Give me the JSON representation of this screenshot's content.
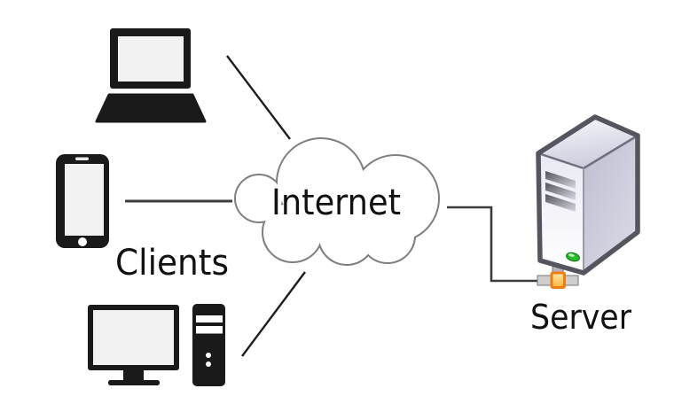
{
  "diagram": {
    "type": "network-topology",
    "cloud": {
      "label": "Internet",
      "fill": "#ffffff",
      "stroke": "#7f7f7f"
    },
    "clients": {
      "label": "Clients",
      "devices": [
        {
          "name": "laptop",
          "icon": "laptop-icon"
        },
        {
          "name": "smartphone",
          "icon": "smartphone-icon"
        },
        {
          "name": "desktop-computer",
          "icon": "desktop-computer-icon"
        }
      ]
    },
    "server": {
      "label": "Server",
      "icon": "server-tower-icon",
      "connector_icon": "network-connector-icon",
      "led_icon": "power-led-icon"
    },
    "connections": [
      {
        "from": "laptop",
        "to": "internet-cloud",
        "style": "diagonal"
      },
      {
        "from": "smartphone",
        "to": "internet-cloud",
        "style": "horizontal"
      },
      {
        "from": "desktop-computer",
        "to": "internet-cloud",
        "style": "diagonal"
      },
      {
        "from": "internet-cloud",
        "to": "server",
        "style": "elbow"
      }
    ],
    "colors": {
      "background": "#ffffff",
      "device_black": "#1a1a1a",
      "screen_light": "#f2f2f2",
      "cloud_fill": "#ffffff",
      "cloud_stroke": "#7f7f7f",
      "line_dark": "#2a2a2a",
      "server_outline": "#55555f",
      "server_side": "#c9c9d9",
      "server_front": "#f4f4fa",
      "led_green": "#2eb82e",
      "connector_orange": "#ef7d12",
      "connector_yellow": "#ffd24d"
    }
  }
}
